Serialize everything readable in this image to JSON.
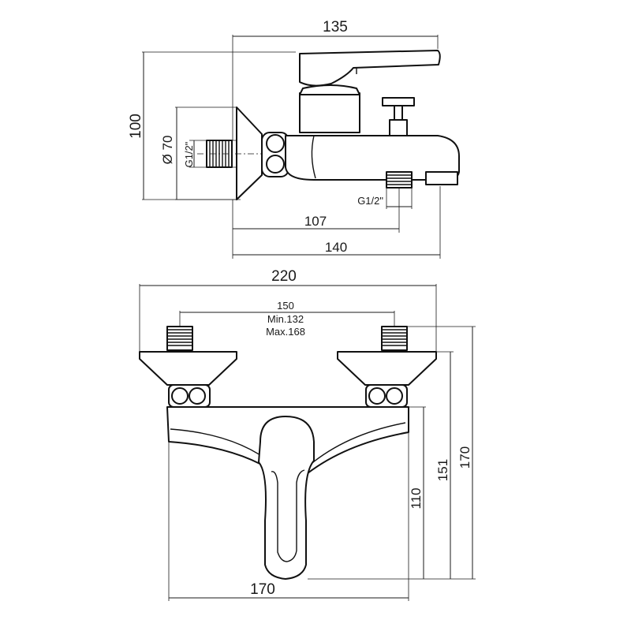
{
  "side_view": {
    "dim_overall_depth": "135",
    "dim_height": "100",
    "dim_diameter": "Ø 70",
    "dim_thread_inlet": "G1/2\"",
    "dim_thread_outlet": "G1/2\"",
    "dim_outlet_distance": "107",
    "dim_total_depth": "140"
  },
  "front_view": {
    "dim_overall_width": "220",
    "dim_centers": "150",
    "dim_centers_min": "Min.132",
    "dim_centers_max": "Max.168",
    "dim_height_170": "170",
    "dim_height_151": "151",
    "dim_height_110": "110",
    "dim_body_width": "170"
  }
}
